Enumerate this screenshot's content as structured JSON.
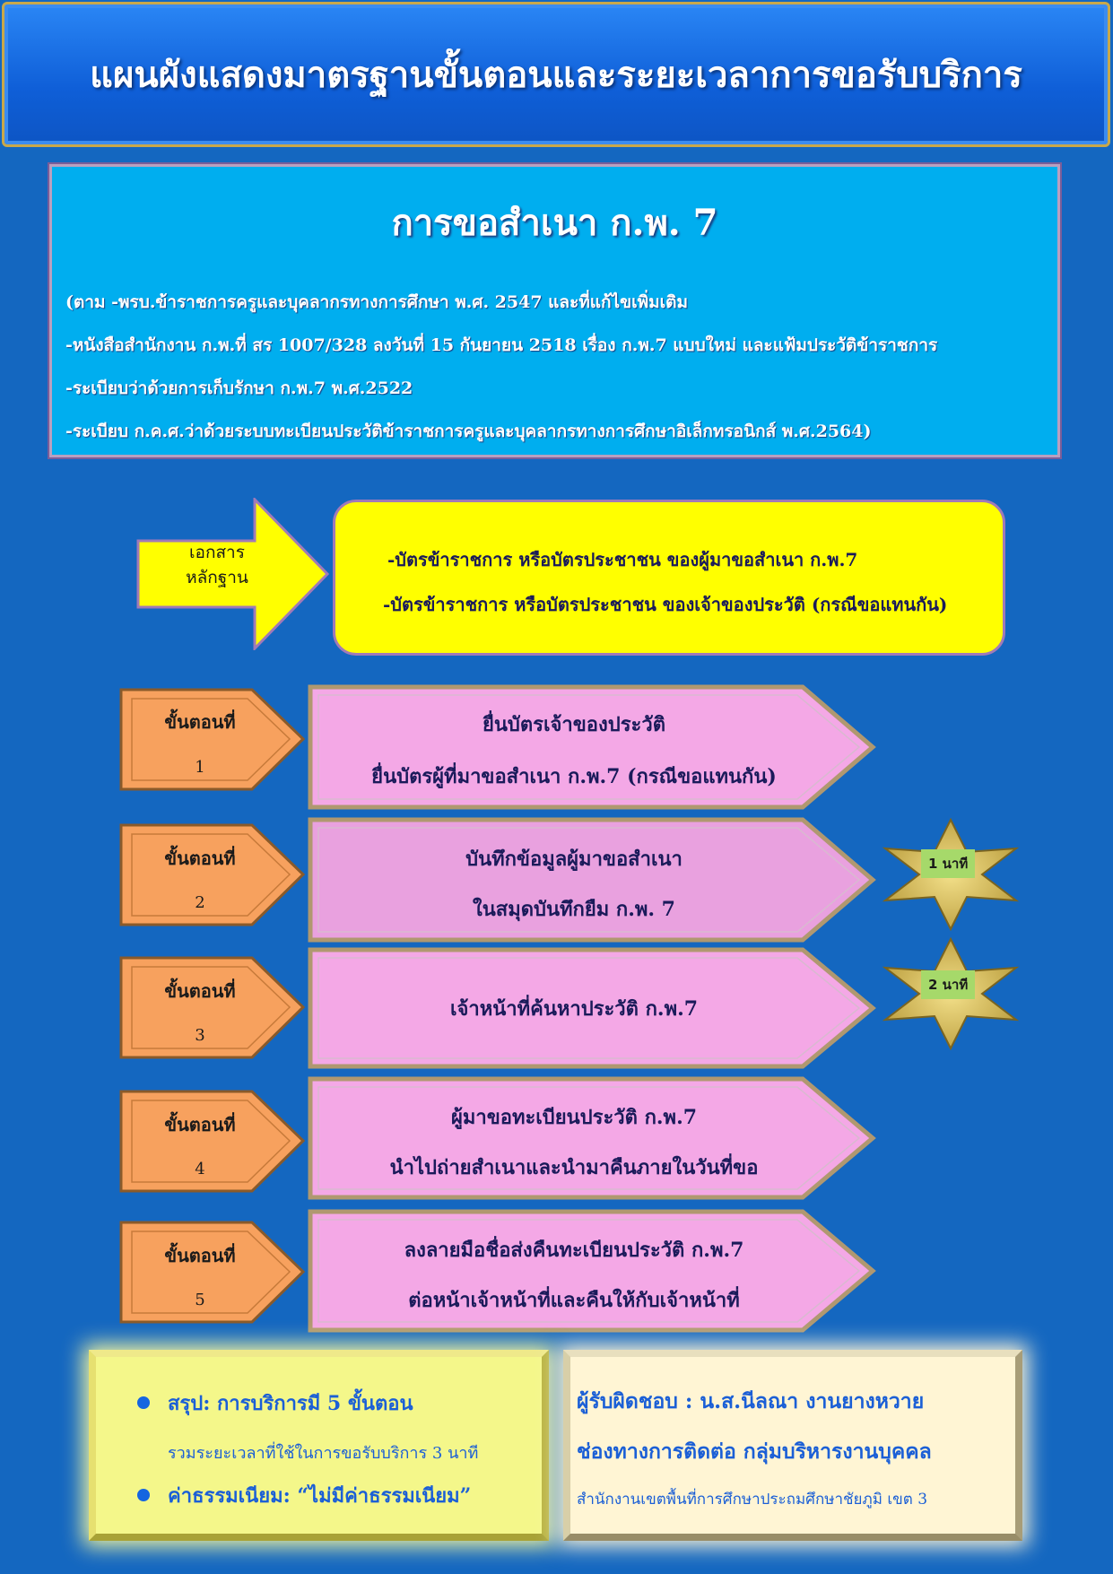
{
  "header": {
    "title": "แผนผังแสดงมาตรฐานขั้นตอนและระยะเวลาการขอรับบริการ"
  },
  "info": {
    "title": "การขอสำเนา ก.พ. 7",
    "lines": [
      "(ตาม -พรบ.ข้าราชการครูและบุคลากรทางการศึกษา พ.ศ. 2547 และที่แก้ไขเพิ่มเติม",
      "-หนังสือสำนักงาน ก.พ.ที่ สร 1007/328 ลงวันที่ 15 กันยายน 2518 เรื่อง ก.พ.7 แบบใหม่ และแฟ้มประวัติข้าราชการ",
      "-ระเบียบว่าด้วยการเก็บรักษา ก.พ.7 พ.ศ.2522",
      "-ระเบียบ ก.ค.ศ.ว่าด้วยระบบทะเบียนประวัติข้าราชการครูและบุคลากรทางการศึกษาอิเล็กทรอนิกส์ พ.ศ.2564)"
    ]
  },
  "documents": {
    "label_line1": "เอกสาร",
    "label_line2": "หลักฐาน",
    "items": [
      "-บัตรข้าราชการ หรือบัตรประชาชน ของผู้มาขอสำเนา ก.พ.7",
      "-บัตรข้าราชการ หรือบัตรประชาชน ของเจ้าของประวัติ (กรณีขอแทนกัน)"
    ]
  },
  "steps": [
    {
      "label": "ขั้นตอนที่",
      "number": "1",
      "line1": "ยื่นบัตรเจ้าของประวัติ",
      "line2": "ยื่นบัตรผู้ที่มาขอสำเนา ก.พ.7 (กรณีขอแทนกัน)"
    },
    {
      "label": "ขั้นตอนที่",
      "number": "2",
      "line1": "บันทึกข้อมูลผู้มาขอสำเนา",
      "line2": "ในสมุดบันทึกยืม ก.พ. 7"
    },
    {
      "label": "ขั้นตอนที่",
      "number": "3",
      "line1": "เจ้าหน้าที่ค้นหาประวัติ ก.พ.7",
      "line2": ""
    },
    {
      "label": "ขั้นตอนที่",
      "number": "4",
      "line1": "ผู้มาขอทะเบียนประวัติ ก.พ.7",
      "line2": "นำไปถ่ายสำเนาและนำมาคืนภายในวันที่ขอ"
    },
    {
      "label": "ขั้นตอนที่",
      "number": "5",
      "line1": "ลงลายมือชื่อส่งคืนทะเบียนประวัติ ก.พ.7",
      "line2": "ต่อหน้าเจ้าหน้าที่และคืนให้กับเจ้าหน้าที่"
    }
  ],
  "time_badges": [
    "1 นาที",
    "2 นาที"
  ],
  "summary": {
    "line1": "สรุป: การบริการมี 5 ขั้นตอน",
    "line2": "รวมระยะเวลาที่ใช้ในการขอรับบริการ 3 นาที",
    "line3": "ค่าธรรมเนียม: “ไม่มีค่าธรรมเนียม”"
  },
  "responsible": {
    "line1": "ผู้รับผิดชอบ : น.ส.นีลณา งานยางหวาย",
    "line2": "ช่องทางการติดต่อ กลุ่มบริหารงานบุคคล",
    "line3": "สำนักงานเขตพื้นที่การศึกษาประถมศึกษาชัยภูมิ เขต 3"
  },
  "colors": {
    "background": "#1467c0",
    "banner": "#1a6fe8",
    "info_box": "#00aeef",
    "documents_box": "#ffff00",
    "step_tab": "#f7a15e",
    "step_box": "#f4a8e6",
    "summary_box": "#f4f78a",
    "responsible_box": "#fff5d4",
    "accent_text": "#1b5fd6"
  }
}
